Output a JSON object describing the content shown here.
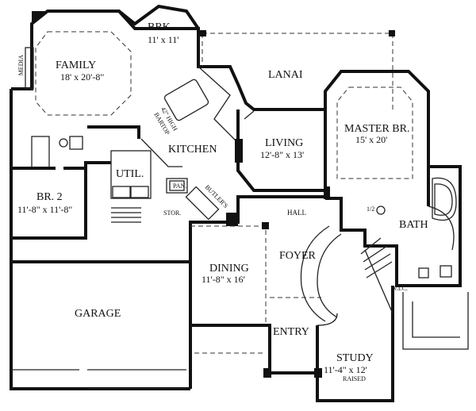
{
  "rooms": {
    "brk": {
      "name": "BRK.",
      "dim": "11' x 11'"
    },
    "family": {
      "name": "FAMILY",
      "dim": "18' x 20'-8\""
    },
    "media": {
      "name": "MEDIA"
    },
    "lanai": {
      "name": "LANAI"
    },
    "master": {
      "name": "MASTER BR.",
      "dim": "15' x 20'"
    },
    "living": {
      "name": "LIVING",
      "dim": "12'-8\" x 13'"
    },
    "kitchen": {
      "name": "KITCHEN"
    },
    "bartop": {
      "line1": "42\" HIGH",
      "line2": "BARTOP"
    },
    "util": {
      "name": "UTIL."
    },
    "pan": {
      "name": "PAN."
    },
    "butlers": {
      "name": "BUTLER'S"
    },
    "br2": {
      "name": "BR. 2",
      "dim": "11'-8\" x 11'-8\""
    },
    "stor": {
      "name": "STOR."
    },
    "hall": {
      "name": "HALL"
    },
    "half_bath": {
      "name": "1/2"
    },
    "bath": {
      "name": "BATH"
    },
    "wic": {
      "name": "W.I.C."
    },
    "dining": {
      "name": "DINING",
      "dim": "11'-8\" x 16'"
    },
    "foyer": {
      "name": "FOYER"
    },
    "garage": {
      "name": "GARAGE"
    },
    "entry": {
      "name": "ENTRY"
    },
    "study": {
      "name": "STUDY",
      "dim": "11'-4\" x 12'",
      "note": "RAISED"
    }
  }
}
